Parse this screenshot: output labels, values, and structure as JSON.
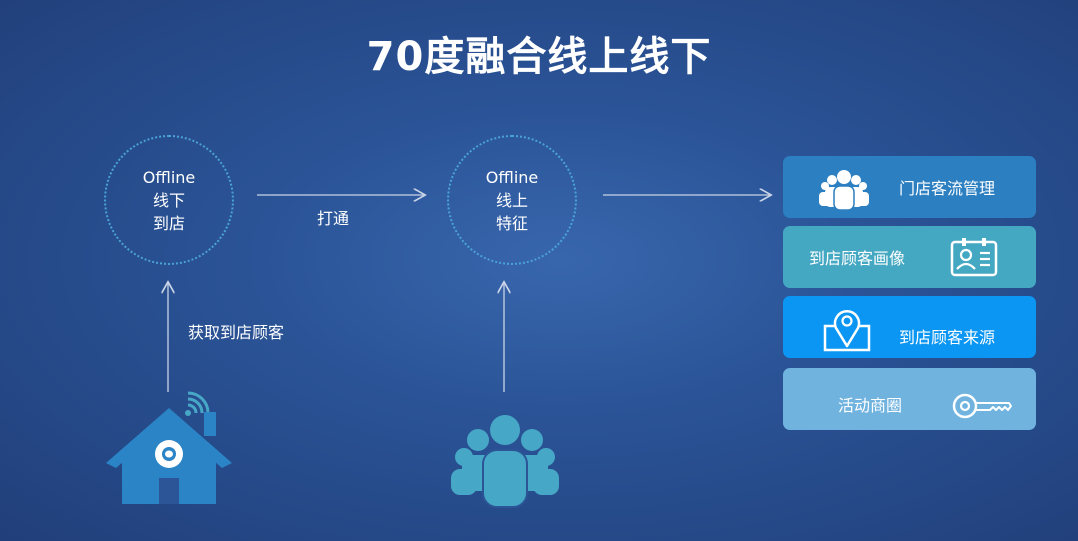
{
  "title": "70度融合线上线下",
  "offline_store": {
    "lines": [
      "Offline",
      "线下",
      "到店"
    ],
    "input_label": "获取到店顾客"
  },
  "online_features": {
    "lines": [
      "Offline",
      "线上",
      "特征"
    ]
  },
  "connector_label": "打通",
  "icons": {
    "house": "smart-home-wifi-icon",
    "crowd": "crowd-icon",
    "people": "people-group-icon",
    "id_card": "id-card-icon",
    "map_pin": "map-pin-icon",
    "key": "key-icon"
  },
  "panels": [
    {
      "label": "门店客流管理",
      "icon": "people-group-icon",
      "color": "#2c7fc1"
    },
    {
      "label": "到店顾客画像",
      "icon": "id-card-icon",
      "color": "#45a8c3"
    },
    {
      "label": "到店顾客来源",
      "icon": "map-pin-icon",
      "color": "#0a96f2"
    },
    {
      "label": "活动商圈",
      "icon": "key-icon",
      "color": "#70b3df"
    }
  ],
  "colors": {
    "background": "#2a5396",
    "house": "#2a84c6",
    "crowd": "#46a8c6",
    "circle_border": "#4aa3d6"
  }
}
